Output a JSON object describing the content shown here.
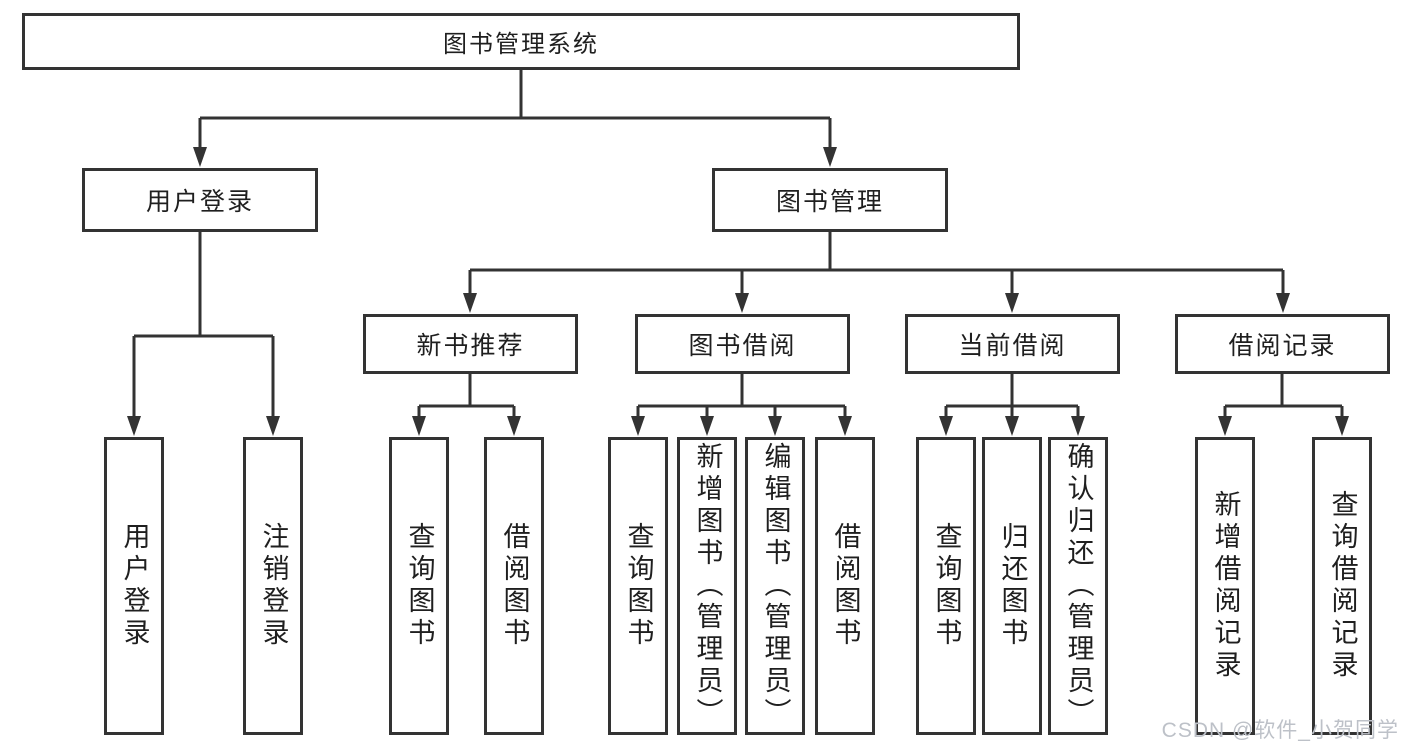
{
  "colors": {
    "line": "#333333",
    "box_border": "#333333",
    "text": "#1f1f1f",
    "background": "#ffffff",
    "watermark": "#bdc1c8"
  },
  "watermark": "CSDN @软件_小贺同学",
  "tree": {
    "root": {
      "label": "图书管理系统",
      "children": [
        {
          "label": "用户登录",
          "children": [
            {
              "label": "用户登录"
            },
            {
              "label": "注销登录"
            }
          ]
        },
        {
          "label": "图书管理",
          "children": [
            {
              "label": "新书推荐",
              "children": [
                {
                  "label": "查询图书"
                },
                {
                  "label": "借阅图书"
                }
              ]
            },
            {
              "label": "图书借阅",
              "children": [
                {
                  "label": "查询图书"
                },
                {
                  "label": "新增图书（管理员）"
                },
                {
                  "label": "编辑图书（管理员）"
                },
                {
                  "label": "借阅图书"
                }
              ]
            },
            {
              "label": "当前借阅",
              "children": [
                {
                  "label": "查询图书"
                },
                {
                  "label": "归还图书"
                },
                {
                  "label": "确认归还（管理员）"
                }
              ]
            },
            {
              "label": "借阅记录",
              "children": [
                {
                  "label": "新增借阅记录"
                },
                {
                  "label": "查询借阅记录"
                }
              ]
            }
          ]
        }
      ]
    }
  }
}
